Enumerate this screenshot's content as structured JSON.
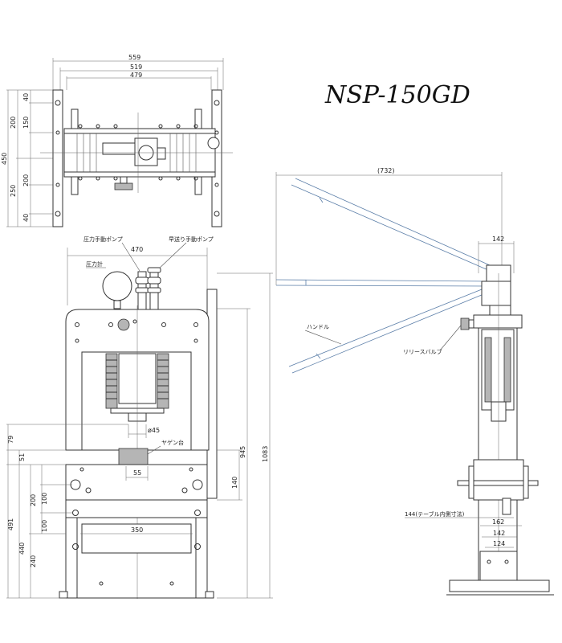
{
  "title": "NSP-150GD",
  "top_view": {
    "dims_top": [
      "559",
      "519",
      "479"
    ],
    "dims_left": [
      "40",
      "200",
      "150",
      "450",
      "200",
      "250",
      "40"
    ]
  },
  "front_view": {
    "labels": {
      "pressure_pump": "圧力手動ポンプ",
      "fast_pump": "早送り手動ポンプ",
      "gauge": "圧力計",
      "yagen": "ヤゲン台"
    },
    "dims": {
      "width_top": "470",
      "dia": "ø45",
      "w55": "55",
      "w350": "350",
      "h1083": "1083",
      "h945": "945",
      "h140": "140",
      "h79": "79",
      "h51": "51",
      "h200": "200",
      "h100a": "100",
      "h100b": "100",
      "h491": "491",
      "h440": "440",
      "h240": "240"
    }
  },
  "side_view": {
    "labels": {
      "handle": "ハンドル",
      "release_valve": "リリースバルブ",
      "table_inner": "144(テーブル内側寸法)"
    },
    "dims": {
      "d732": "(732)",
      "d142top": "142",
      "d162": "162",
      "d142": "142",
      "d124": "124"
    }
  }
}
